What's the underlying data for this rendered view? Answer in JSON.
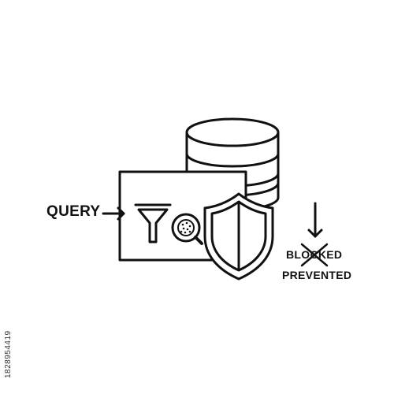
{
  "labels": {
    "query": "QUERY",
    "blocked": "BLOCKED",
    "prevented": "PREVENTED"
  },
  "side_code": "1828954419",
  "icons": [
    "database-icon",
    "query-window-icon",
    "filter-funnel-icon",
    "magnifier-icon",
    "shield-icon",
    "arrow-right-icon",
    "arrow-down-icon",
    "cross-mark-icon"
  ],
  "colors": {
    "stroke": "#111111",
    "background": "#ffffff"
  }
}
